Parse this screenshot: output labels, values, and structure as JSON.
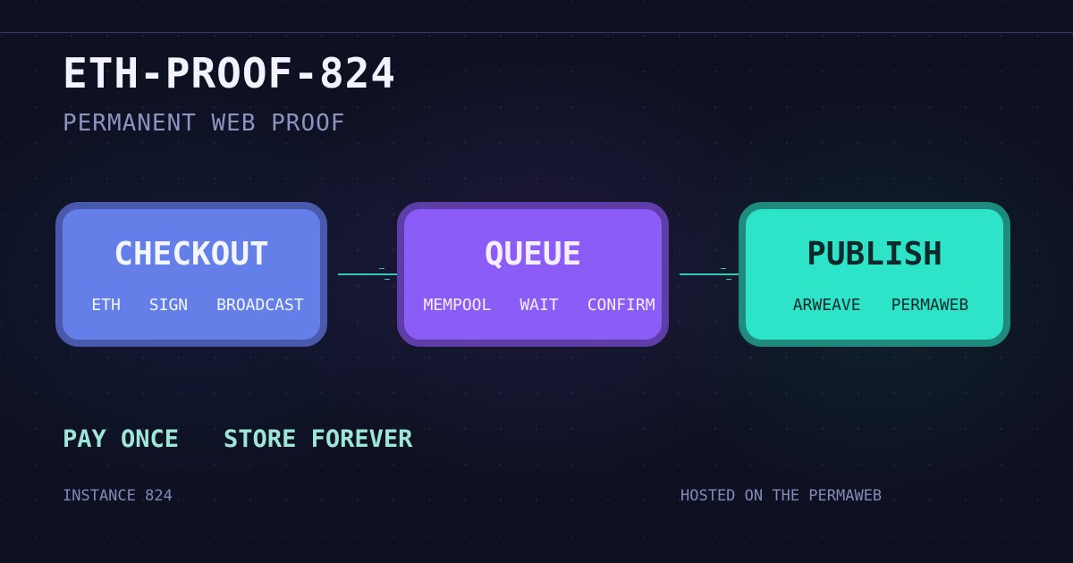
{
  "header": {
    "title": "ETH-PROOF-824",
    "subtitle": "PERMANENT WEB PROOF"
  },
  "stages": [
    {
      "name": "CHECKOUT",
      "steps": [
        "ETH",
        "SIGN",
        "BROADCAST"
      ],
      "color": "#6480e8"
    },
    {
      "name": "QUEUE",
      "steps": [
        "MEMPOOL",
        "WAIT",
        "CONFIRM"
      ],
      "color": "#8b5cf6"
    },
    {
      "name": "PUBLISH",
      "steps": [
        "ARWEAVE",
        "PERMAWEB"
      ],
      "color": "#2ee4c8"
    }
  ],
  "tagline": [
    "PAY ONCE",
    "STORE FOREVER"
  ],
  "footer": {
    "left": "INSTANCE 824",
    "right": "HOSTED ON THE PERMAWEB"
  },
  "colors": {
    "background": "#0e1122",
    "accent": "#2ee4c8",
    "muted_text": "#8489b8"
  }
}
